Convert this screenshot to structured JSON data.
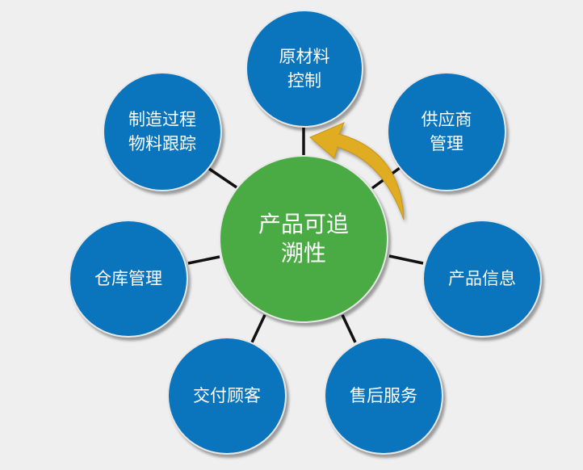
{
  "center": {
    "label": "产品可追\n溯性"
  },
  "nodes": [
    {
      "label": "原材料\n控制"
    },
    {
      "label": "供应商\n管理"
    },
    {
      "label": "产品信息"
    },
    {
      "label": "售后服务"
    },
    {
      "label": "交付顾客"
    },
    {
      "label": "仓库管理"
    },
    {
      "label": "制造过程\n物料跟踪"
    }
  ],
  "colors": {
    "node": "#0a74bc",
    "center": "#4aab45",
    "arrow": "#e0ac22",
    "background": "#efefef"
  }
}
